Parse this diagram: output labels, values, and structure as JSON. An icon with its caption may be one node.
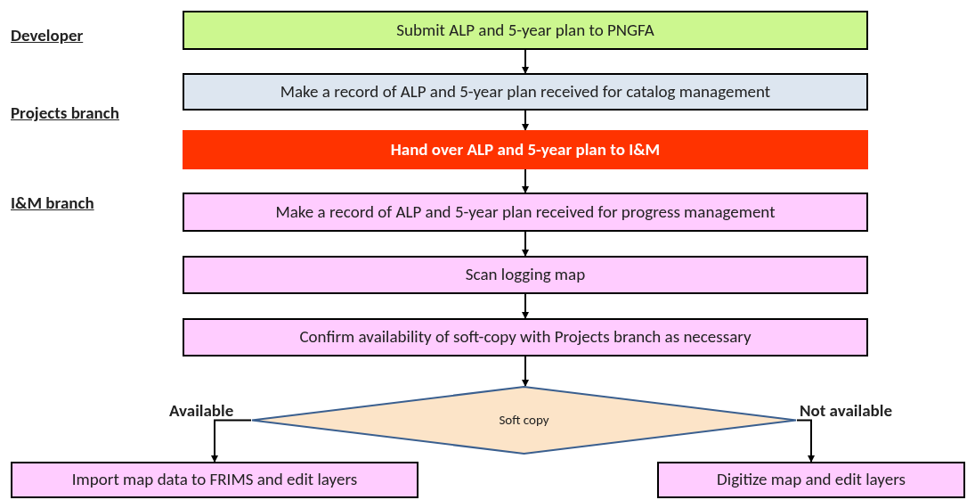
{
  "diagram": {
    "nodes": [
      {
        "text": [
          "Submit ALP and 5-year plan to PNGFA"
        ]
      },
      {
        "text": [
          "Make a record of ALP and 5-year plan received for catalog management"
        ]
      },
      {
        "text": [
          "Hand over ALP and 5-year plan to I&M"
        ]
      },
      {
        "text": [
          "Make a record of ALP and 5-year plan received for progress management"
        ]
      },
      {
        "text": [
          "Scan logging map"
        ]
      },
      {
        "text": [
          "Confirm availability of soft-copy with Projects branch as necessary"
        ]
      },
      {
        "text": [
          "Soft copy"
        ]
      },
      {
        "text": [
          "Import map data to FRIMS and edit layers"
        ]
      },
      {
        "text": [
          "Digitize map and edit layers"
        ]
      }
    ],
    "edges": [
      {
        "from": 0,
        "to": 1,
        "arrow": "to"
      },
      {
        "from": 1,
        "to": 2,
        "arrow": "to"
      },
      {
        "from": 2,
        "to": 3,
        "arrow": "to"
      },
      {
        "from": 3,
        "to": 4,
        "arrow": "to"
      },
      {
        "from": 4,
        "to": 5,
        "arrow": "to"
      },
      {
        "from": 5,
        "to": 6,
        "arrow": "to"
      },
      {
        "from": 6,
        "to": 7,
        "arrow": "to",
        "label": "Available"
      },
      {
        "from": 6,
        "to": 8,
        "arrow": "to",
        "label": "Not available"
      }
    ],
    "labels": [
      "Developer",
      "Projects branch",
      "I&M branch"
    ]
  }
}
